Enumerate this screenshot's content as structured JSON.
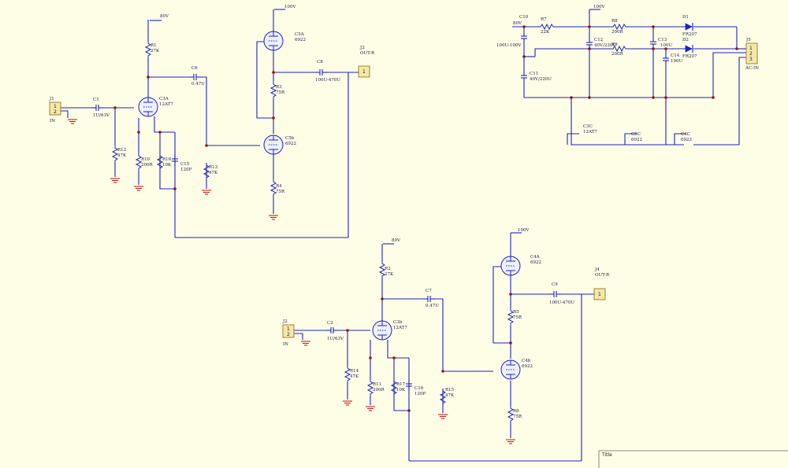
{
  "labels": {
    "ch1": {
      "j1": "J1",
      "j1_pin1": "1",
      "j1_pin2": "2",
      "in": "IN",
      "c1": "C1",
      "c1_val": "1U/63V",
      "r12": "R12",
      "r12_val": "47K",
      "v80": "80V",
      "r1": "R1",
      "r1_val": "27K",
      "c6": "C6",
      "c6_val": "0.47U",
      "c3a": "C3A",
      "c3a_val": "12AT7",
      "r10": "R10",
      "r10_val": "200R",
      "r16": "R16",
      "r16_val": "10K",
      "c15": "C15",
      "c15_val": "120P",
      "r13": "R13",
      "r13_val": "47K",
      "v100": "100V",
      "c5a": "C5A",
      "c5a_val": "6922",
      "r3": "R3",
      "r3_val": "75R",
      "c8": "C8",
      "c8_val": "100U-470U",
      "j3": "J3",
      "j3_val": "OUT-R",
      "j3_pin": "1",
      "c5b": "C5b",
      "c5b_val": "6922",
      "r4": "R4",
      "r4_val": "75R"
    },
    "ch2": {
      "j2": "J2",
      "j2_pin1": "1",
      "j2_pin2": "2",
      "in": "IN",
      "c2": "C2",
      "c2_val": "1U/63V",
      "r14": "R14",
      "r14_val": "47K",
      "v80": "80V",
      "r2": "R2",
      "r2_val": "27K",
      "c7": "C7",
      "c7_val": "0.47U",
      "c3b": "C3b",
      "c3b_val": "12AT7",
      "r11": "R11",
      "r11_val": "200R",
      "r17": "R17",
      "r17_val": "10K",
      "c16": "C16",
      "c16_val": "120P",
      "r15": "R15",
      "r15_val": "47K",
      "v100": "100V",
      "c4a": "C4A",
      "c4a_val": "6922",
      "r5": "R5",
      "r5_val": "75R",
      "c9": "C9",
      "c9_val": "100U-470U",
      "j4": "J4",
      "j4_val": "OUT-R",
      "j4_pin": "1",
      "c4b": "C4b",
      "c4b_val": "6922",
      "r6": "R6",
      "r6_val": "75R"
    },
    "psu": {
      "c10": "C10",
      "v80": "80V",
      "c10_val": "100U-100V",
      "r7": "R7",
      "r7_val": "22K",
      "v100": "100V",
      "c12": "C12",
      "c12_val": "40V/220U",
      "r8": "R8",
      "r8_val": "200R",
      "c13": "C13",
      "c13_val": "100U",
      "d1": "D1",
      "d1_val": "FR207",
      "d2": "D2",
      "d2_val": "FR207",
      "r9": "R9",
      "r9_val": "200R",
      "c14": "C14",
      "c14_val": "100U",
      "c11": "C11",
      "c11_val": "40V/220U",
      "j5": "J5",
      "j5_val": "AC-IN",
      "j5_pin1": "1",
      "j5_pin2": "2",
      "j5_pin3": "3",
      "c3c": "C3C",
      "c3c_val": "12AT7",
      "c5c": "C5C",
      "c5c_val": "6922",
      "c4c": "C4C",
      "c4c_val": "6922"
    },
    "title_block": {
      "title": "Title"
    }
  },
  "colors": {
    "wire": "#1e22c8",
    "ground": "#cc1f1f",
    "junction": "#9a1010",
    "background": "#fefee6",
    "connector": "#f4e8a8"
  }
}
